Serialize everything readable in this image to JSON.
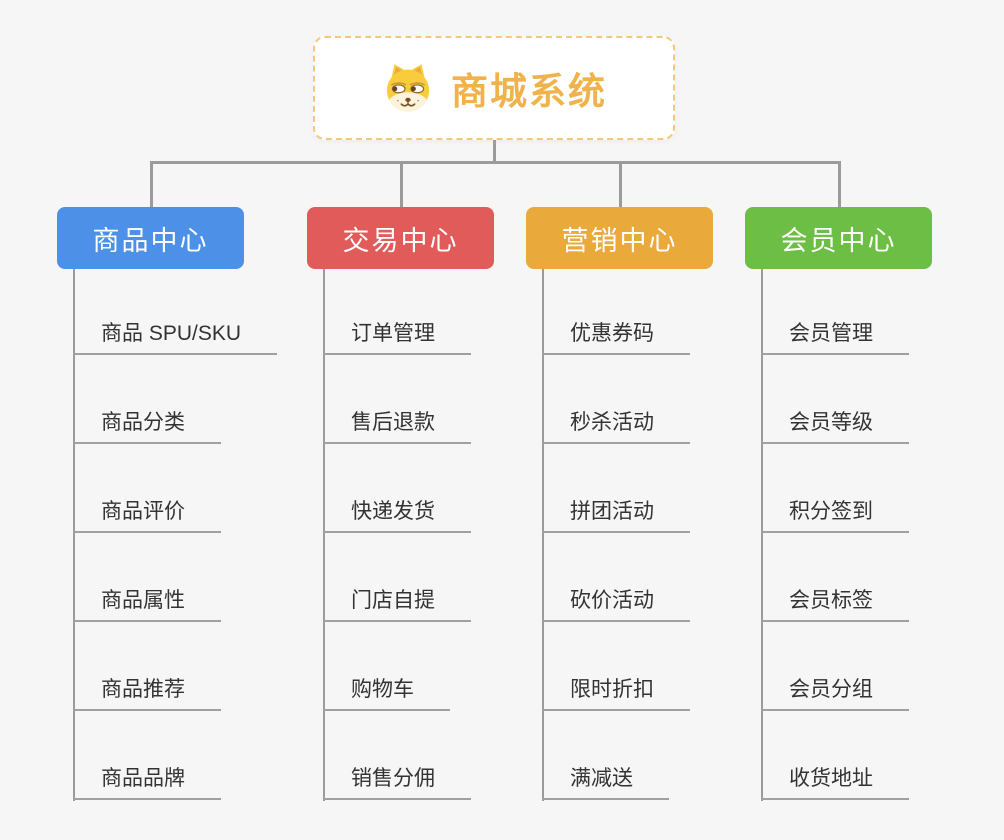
{
  "root": {
    "title": "商城系统",
    "icon": "doge-icon"
  },
  "branches": [
    {
      "label": "商品中心",
      "color": "#4C90E8",
      "children": [
        "商品 SPU/SKU",
        "商品分类",
        "商品评价",
        "商品属性",
        "商品推荐",
        "商品品牌"
      ]
    },
    {
      "label": "交易中心",
      "color": "#E25B5B",
      "children": [
        "订单管理",
        "售后退款",
        "快递发货",
        "门店自提",
        "购物车",
        "销售分佣"
      ]
    },
    {
      "label": "营销中心",
      "color": "#EAA93B",
      "children": [
        "优惠券码",
        "秒杀活动",
        "拼团活动",
        "砍价活动",
        "限时折扣",
        "满减送"
      ]
    },
    {
      "label": "会员中心",
      "color": "#6CBE45",
      "children": [
        "会员管理",
        "会员等级",
        "积分签到",
        "会员标签",
        "会员分组",
        "收货地址"
      ]
    }
  ],
  "colors": {
    "background": "#F6F6F6",
    "connector": "#9B9B9B",
    "leaf_underline": "#A0A0A0",
    "leaf_text": "#333333",
    "root_text": "#F0B24A",
    "root_border": "#F3C87A",
    "doge_yellow": "#F8CC3B",
    "doge_cream": "#FCF3DF",
    "doge_brown": "#7A4E21"
  }
}
